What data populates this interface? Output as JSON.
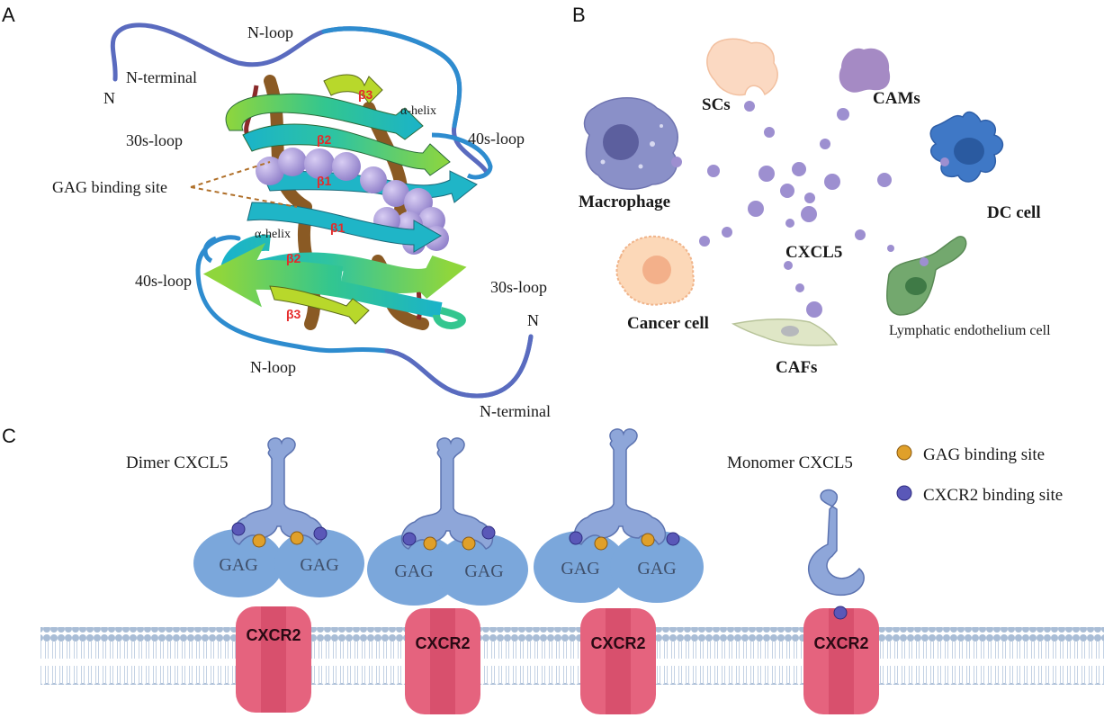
{
  "panels": {
    "a": "A",
    "b": "B",
    "c": "C"
  },
  "panel_a": {
    "n_left": "N",
    "n_right": "N",
    "n_terminal_top": "N-terminal",
    "n_terminal_bottom": "N-terminal",
    "n_loop_top": "N-loop",
    "n_loop_bottom": "N-loop",
    "loop_30s_left": "30s-loop",
    "loop_30s_right": "30s-loop",
    "loop_40s_left": "40s-loop",
    "loop_40s_right": "40s-loop",
    "gag_binding_site": "GAG binding site",
    "alpha_helix_top": "α-helix",
    "alpha_helix_bottom": "α-helix",
    "beta1_top": "β1",
    "beta1_bottom": "β1",
    "beta2_top": "β2",
    "beta2_bottom": "β2",
    "beta3_top": "β3",
    "beta3_bottom": "β3"
  },
  "panel_b": {
    "scs": "SCs",
    "cams": "CAMs",
    "macrophage": "Macrophage",
    "dc_cell": "DC cell",
    "cxcl5": "CXCL5",
    "cancer_cell": "Cancer cell",
    "lymphatic": "Lymphatic endothelium cell",
    "cafs": "CAFs"
  },
  "panel_c": {
    "dimer_title": "Dimer CXCL5",
    "monomer_title": "Monomer CXCL5",
    "legend": [
      {
        "label": "GAG binding site",
        "color": "#e0a02a"
      },
      {
        "label": "CXCR2 binding site",
        "color": "#5a58b8"
      }
    ],
    "gag_label": "GAG",
    "receptor_label": "CXCR2"
  },
  "colors": {
    "gag_fill": "#7ba7db",
    "receptor": "#e5637e",
    "chemokine": "#8ea6d9",
    "membrane": "#a9bdd6",
    "cxcl5_dot": "#9d8fd0"
  }
}
